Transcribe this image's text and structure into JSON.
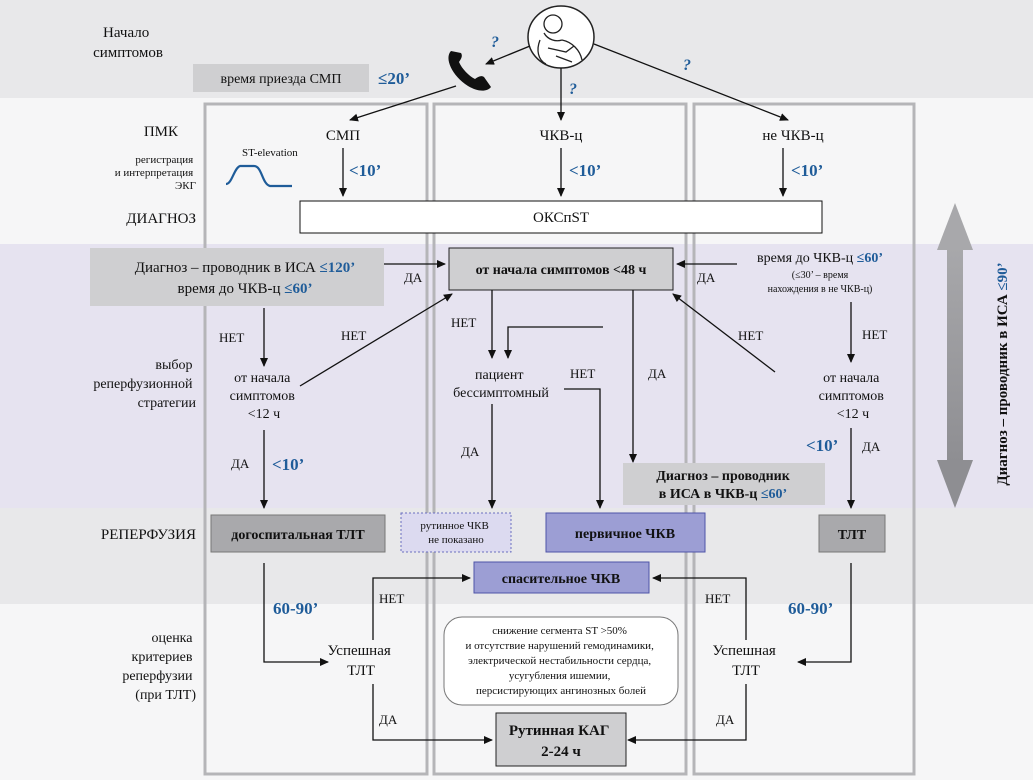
{
  "stage_labels": {
    "symptom_onset": [
      "Начало",
      "симптомов"
    ],
    "pmk": "ПМК",
    "ecg": [
      "регистрация",
      "и интерпретация",
      "ЭКГ"
    ],
    "diagnosis": "ДИАГНОЗ",
    "strategy": [
      "выбор",
      "реперфузионной",
      "стратегии"
    ],
    "reperfusion": "РЕПЕРФУЗИЯ",
    "criteria": [
      "оценка",
      "критериев",
      "реперфузии",
      "(при ТЛТ)"
    ]
  },
  "top": {
    "smp_arrival": "время приезда СМП",
    "smp_time": "≤20’",
    "question": "?",
    "st_elevation": "ST-elevation"
  },
  "columns": {
    "left": "СМП",
    "middle": "ЧКВ-ц",
    "right": "не ЧКВ-ц"
  },
  "times": {
    "ten": "<10’",
    "sixty_ninety": "60-90’"
  },
  "diagnosis_box": "ОКСпST",
  "decision_box": "от начала симптомов <48 ч",
  "left_panel": {
    "line1_text": "Диагноз – проводник в ИСА ",
    "line1_time": "≤120’",
    "line2_text": "время до ЧКВ-ц ",
    "line2_time": "≤60’"
  },
  "right_note": {
    "line1_text": "время до ЧКВ-ц ",
    "line1_time": "≤60’",
    "line2": "(≤30’ – время",
    "line3": "нахождения в не ЧКВ-ц)"
  },
  "answers": {
    "yes": "ДА",
    "no": "НЕТ"
  },
  "symptoms_12h": [
    "от начала",
    "симптомов",
    "<12 ч"
  ],
  "asymptomatic": [
    "пациент",
    "бессимптомный"
  ],
  "pci_panel": {
    "line1": "Диагноз – проводник",
    "line2_text": "в ИСА в ЧКВ-ц ",
    "line2_time": "≤60’"
  },
  "reperfusion_boxes": {
    "prehospital_tlt": "догоспитальная ТЛТ",
    "routine_not_indicated": [
      "рутинное ЧКВ",
      "не показано"
    ],
    "primary_pci": "первичное ЧКВ",
    "tlt": "ТЛТ"
  },
  "rescue_pci": "спасительное ЧКВ",
  "successful_tlt": [
    "Успешная",
    "ТЛТ"
  ],
  "criteria_box": [
    "снижение сегмента ST >50%",
    "и отсутствие нарушений гемодинамики,",
    "электрической нестабильности сердца,",
    "усугубления ишемии,",
    "персистирующих ангинозных болей"
  ],
  "routine_kag": [
    "Рутинная КАГ",
    "2-24 ч"
  ],
  "vertical_label": {
    "text": "Диагноз – проводник в ИСА ",
    "time": "≤90’"
  },
  "colors": {
    "band_gray": "#e8e8ea",
    "band_white": "#f6f6f7",
    "band_lavender": "#e6e3f0",
    "panel_gray": "#cfcfd1",
    "box_purple": "#9c9ed4",
    "accent_blue": "#1f5c99"
  }
}
